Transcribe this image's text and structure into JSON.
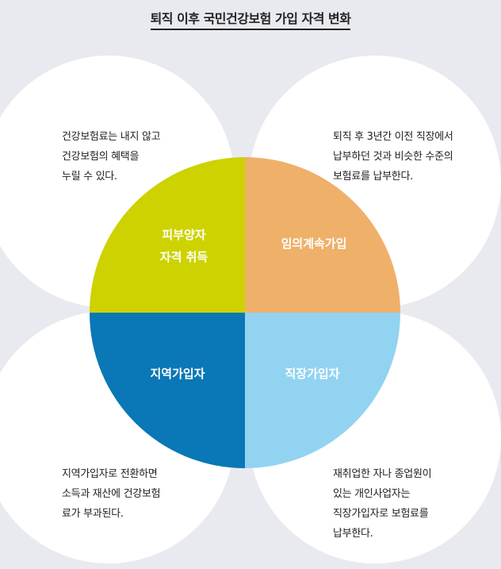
{
  "title": "퇴직 이후 국민건강보험 가입 자격 변화",
  "quadrants": {
    "top_left": {
      "label": "피부양자\n자격 취득",
      "color": "#cdd200"
    },
    "top_right": {
      "label": "임의계속가입",
      "color": "#efb06a"
    },
    "bottom_left": {
      "label": "지역가입자",
      "color": "#0a77b6"
    },
    "bottom_right": {
      "label": "직장가입자",
      "color": "#92d3f2"
    }
  },
  "descriptions": {
    "top_left": "건강보험료는 내지 않고\n건강보험의 혜택을\n누릴 수 있다.",
    "top_right": "퇴직 후 3년간 이전 직장에서\n납부하던 것과 비슷한 수준의\n보험료를 납부한다.",
    "bottom_left": "지역가입자로 전환하면\n소득과 재산에 건강보험\n료가 부과된다.",
    "bottom_right": "재취업한 자나 종업원이\n있는 개인사업자는\n직장가입자로 보험료를\n납부한다."
  }
}
